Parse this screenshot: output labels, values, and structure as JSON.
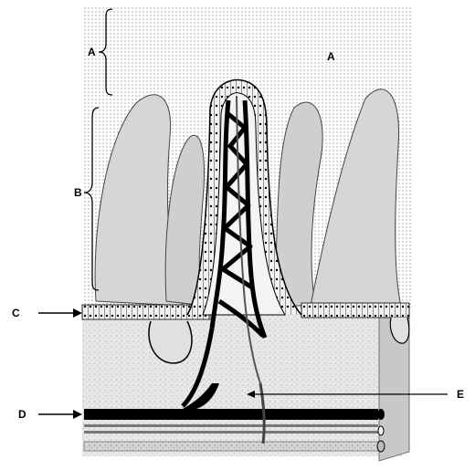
{
  "labels": {
    "a_left": "A",
    "a_right": "A",
    "b": "B",
    "c": "C",
    "d": "D",
    "e": "E"
  },
  "colors": {
    "ink": "#000000",
    "tissue": "#d9d9d9",
    "stipple": "#b8b8b8",
    "background": "#ffffff"
  }
}
